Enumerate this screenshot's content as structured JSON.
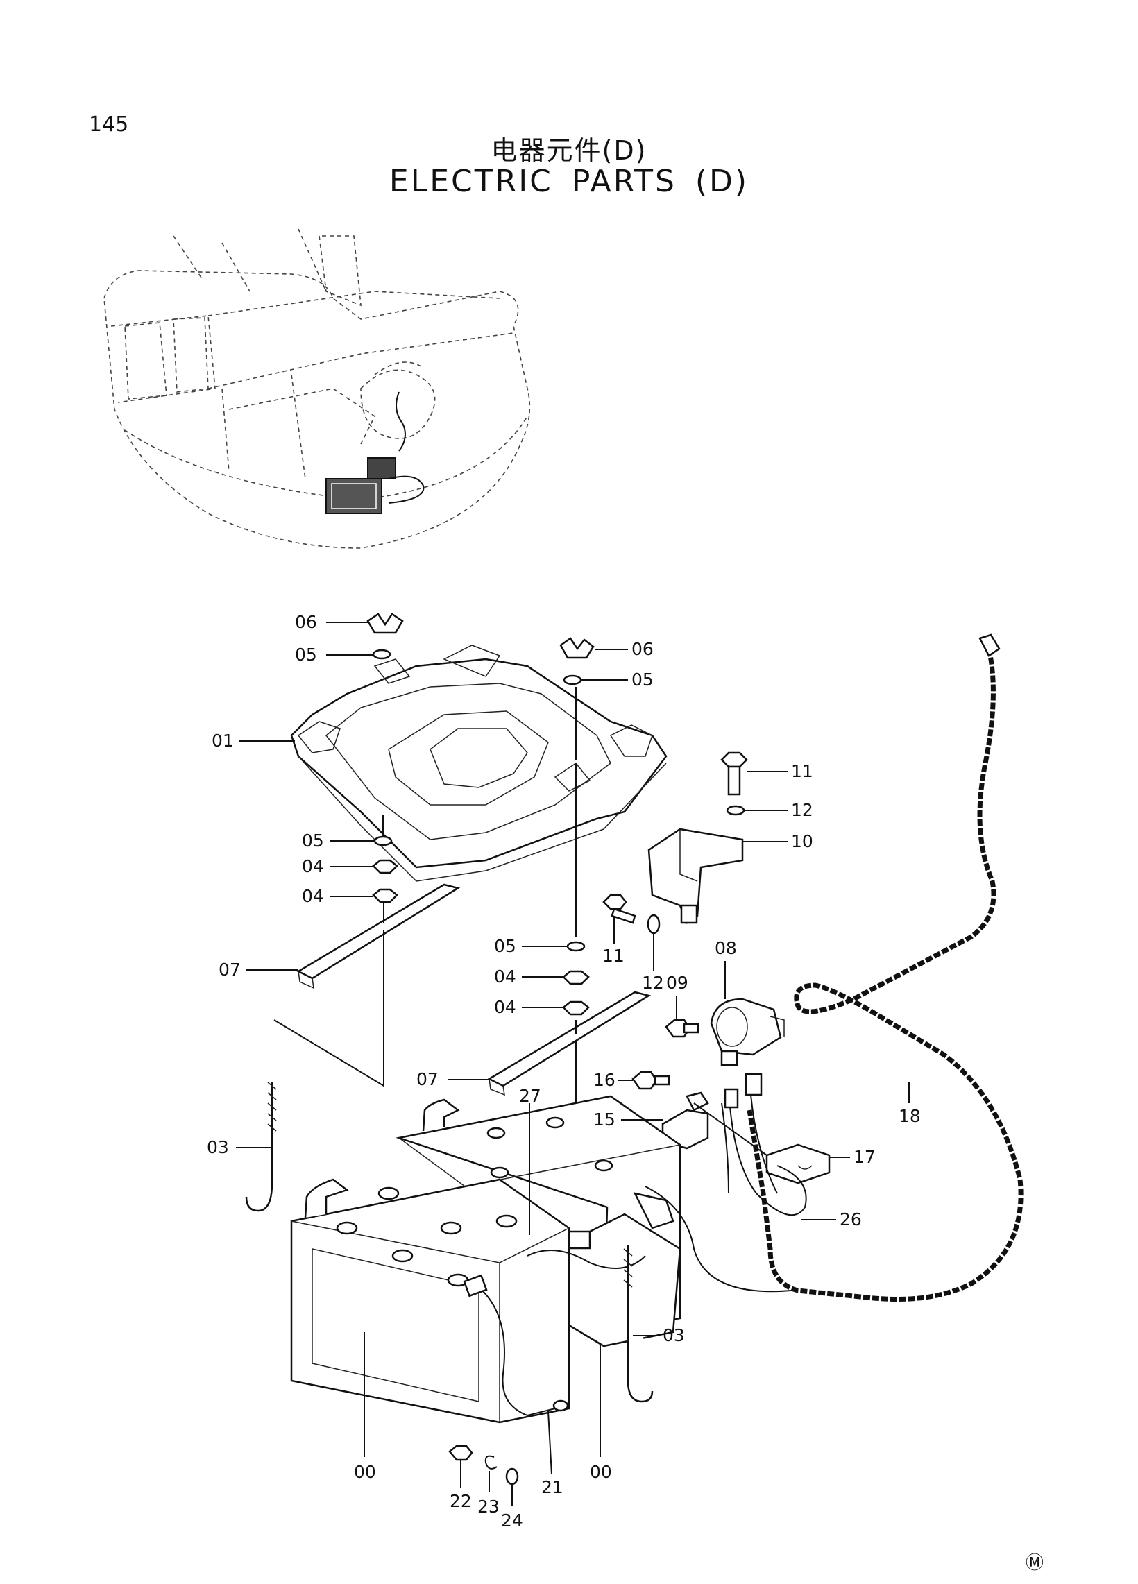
{
  "page_number": "145",
  "title_cn": "电器元件(D)",
  "title_en": "ELECTRIC PARTS (D)",
  "corner_mark": "Ⓜ",
  "callouts": {
    "c06a": "06",
    "c05a": "05",
    "c01": "01",
    "c06b": "06",
    "c05b": "05",
    "c11a": "11",
    "c12a": "12",
    "c10": "10",
    "c05c": "05",
    "c04a": "04",
    "c04b": "04",
    "c07a": "07",
    "c05d": "05",
    "c04c": "04",
    "c04d": "04",
    "c11b": "11",
    "c12b": "12",
    "c09": "09",
    "c08": "08",
    "c07b": "07",
    "c16": "16",
    "c15": "15",
    "c27": "27",
    "c17": "17",
    "c18": "18",
    "c03a": "03",
    "c26": "26",
    "c03b": "03",
    "c00a": "00",
    "c00b": "00",
    "c21": "21",
    "c22": "22",
    "c23": "23",
    "c24": "24"
  }
}
